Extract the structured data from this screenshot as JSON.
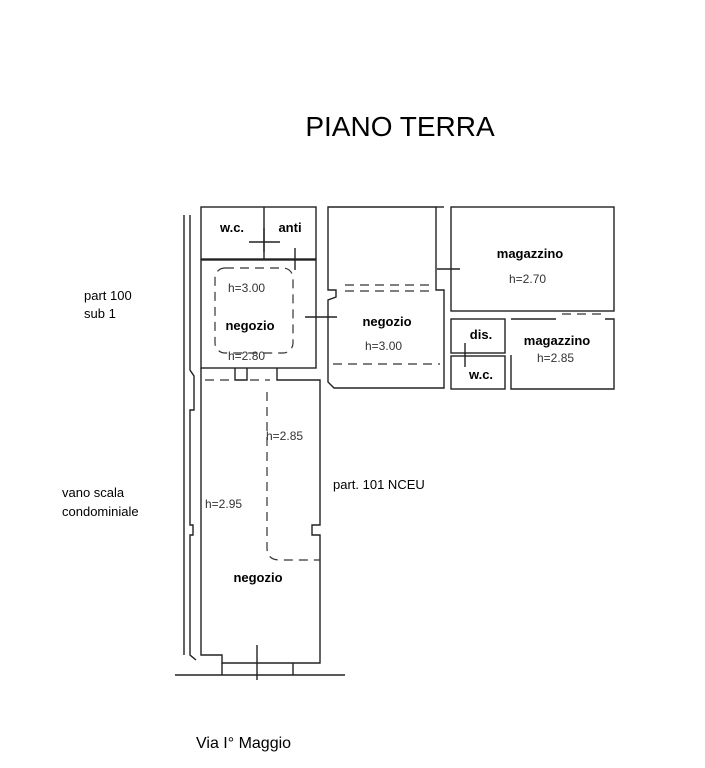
{
  "title": "PIANO TERRA",
  "rooms": {
    "wc1": "w.c.",
    "anti": "anti",
    "negozio1": {
      "label": "negozio",
      "h_top": "h=3.00",
      "h_bottom": "h=2.80"
    },
    "negozio2": {
      "label": "negozio",
      "h": "h=3.00"
    },
    "magazzino1": {
      "label": "magazzino",
      "h": "h=2.70"
    },
    "dis": "dis.",
    "wc2": "w.c.",
    "magazzino2": {
      "label": "magazzino",
      "h": "h=2.85"
    },
    "negozio3": {
      "label": "negozio",
      "h1": "h=2.85",
      "h2": "h=2.95"
    }
  },
  "notes": {
    "part100_line1": "part 100",
    "part100_line2": "sub 1",
    "vano_line1": "vano scala",
    "vano_line2": "condominiale",
    "part101": "part. 101 NCEU",
    "street": "Via I° Maggio"
  }
}
